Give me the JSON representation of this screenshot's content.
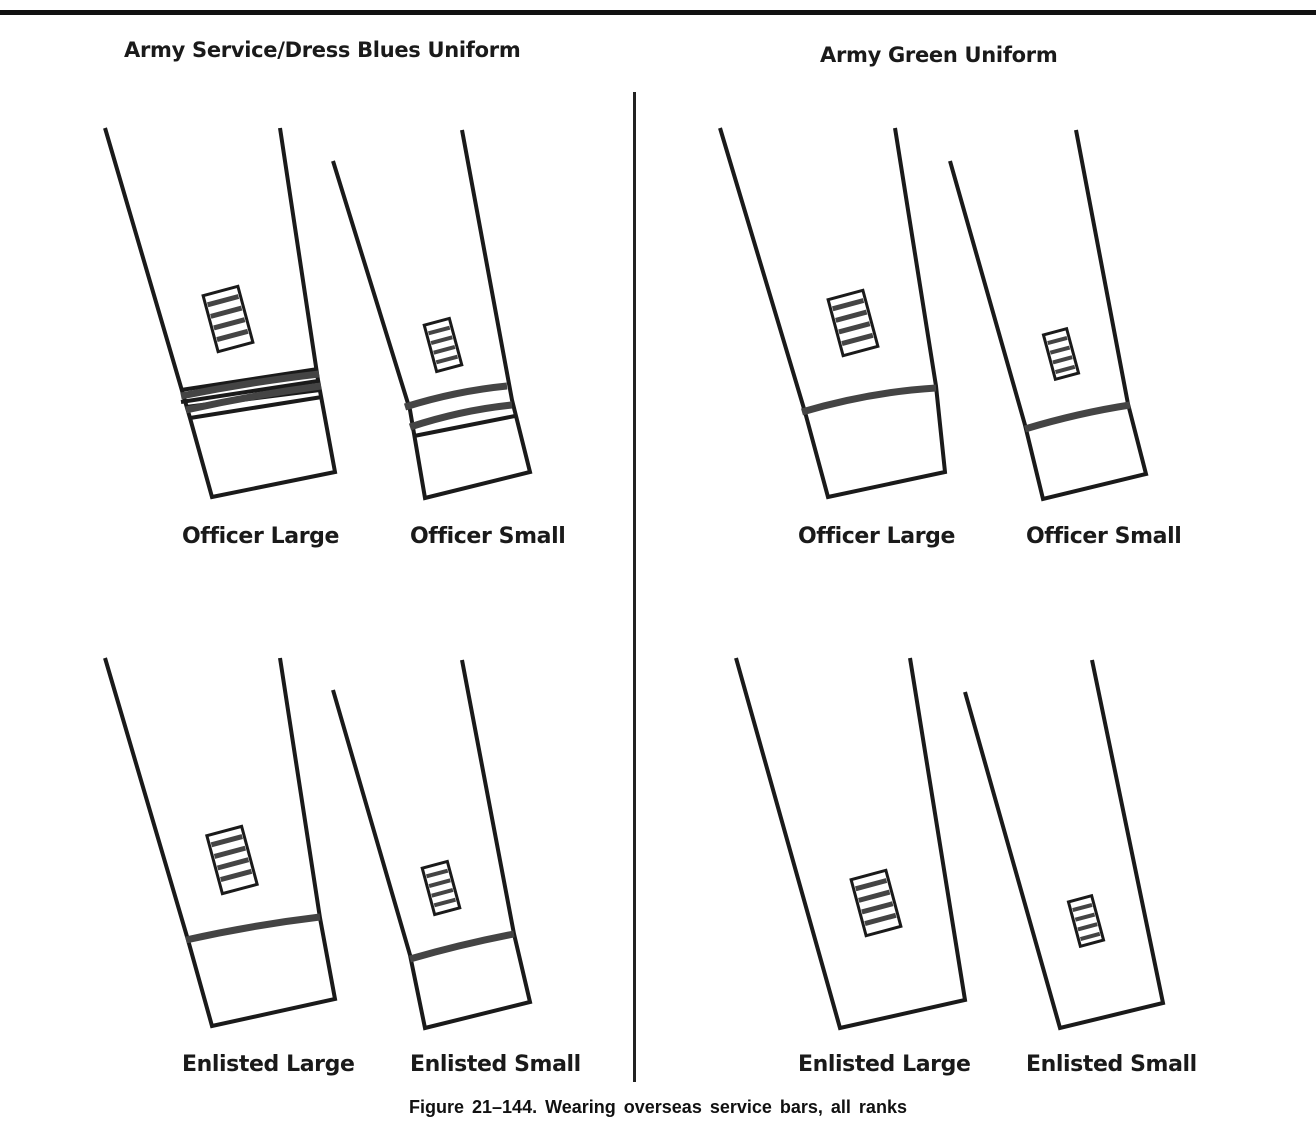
{
  "headings": {
    "left": "Army Service/Dress Blues Uniform",
    "right": "Army Green Uniform"
  },
  "labels": {
    "blue_officer_large": "Officer Large",
    "blue_officer_small": "Officer Small",
    "green_officer_large": "Officer Large",
    "green_officer_small": "Officer Small",
    "blue_enlisted_large": "Enlisted Large",
    "blue_enlisted_small": "Enlisted Small",
    "green_enlisted_large": "Enlisted Large",
    "green_enlisted_small": "Enlisted Small"
  },
  "caption": "Figure 21–144. Wearing overseas service bars, all ranks",
  "colors": {
    "ink": "#1a1a1a",
    "bar_fill": "#555555"
  }
}
